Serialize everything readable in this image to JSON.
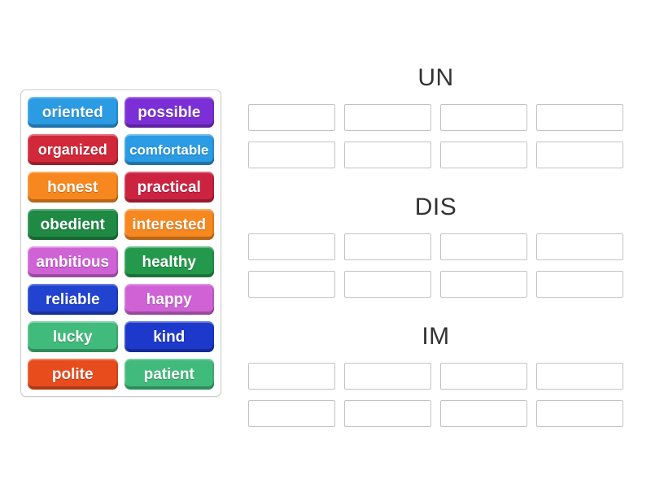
{
  "page": {
    "background_color": "#ffffff",
    "header_text_color": "#333333",
    "slot_border_color": "#c3c3c3",
    "panel_border_color": "#cccccc"
  },
  "word_bank": {
    "tiles": [
      {
        "label": "oriented",
        "color": "#2b9be4"
      },
      {
        "label": "possible",
        "color": "#7c2fd6"
      },
      {
        "label": "organized",
        "color": "#d2293a"
      },
      {
        "label": "comfortable",
        "color": "#2b9be4"
      },
      {
        "label": "honest",
        "color": "#f6881f"
      },
      {
        "label": "practical",
        "color": "#cb2340"
      },
      {
        "label": "obedient",
        "color": "#1f8a43"
      },
      {
        "label": "interested",
        "color": "#f6881f"
      },
      {
        "label": "ambitious",
        "color": "#cf63d6"
      },
      {
        "label": "healthy",
        "color": "#24994c"
      },
      {
        "label": "reliable",
        "color": "#2143cf"
      },
      {
        "label": "happy",
        "color": "#cf63d6"
      },
      {
        "label": "lucky",
        "color": "#41bb7b"
      },
      {
        "label": "kind",
        "color": "#1c39cc"
      },
      {
        "label": "polite",
        "color": "#e84c1d"
      },
      {
        "label": "patient",
        "color": "#41bb7b"
      }
    ]
  },
  "groups": [
    {
      "label": "UN",
      "slot_count": 8
    },
    {
      "label": "DIS",
      "slot_count": 8
    },
    {
      "label": "IM",
      "slot_count": 8
    }
  ]
}
